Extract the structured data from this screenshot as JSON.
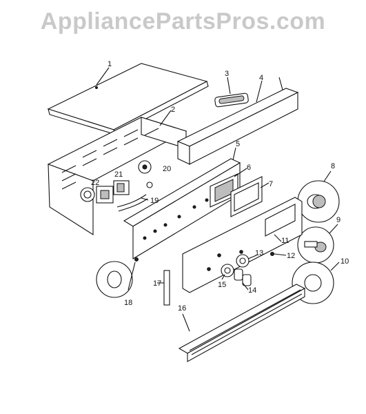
{
  "watermark": {
    "text": "AppliancePartsPros.com"
  },
  "part_labels": [
    "1",
    "2",
    "3",
    "4",
    "5",
    "6",
    "7",
    "8",
    "9",
    "10",
    "11",
    "12",
    "13",
    "14",
    "15",
    "16",
    "17",
    "18",
    "19",
    "20",
    "21",
    "22"
  ],
  "colors": {
    "line": "#111111",
    "watermark": "#c9c9c9",
    "background": "#ffffff"
  }
}
